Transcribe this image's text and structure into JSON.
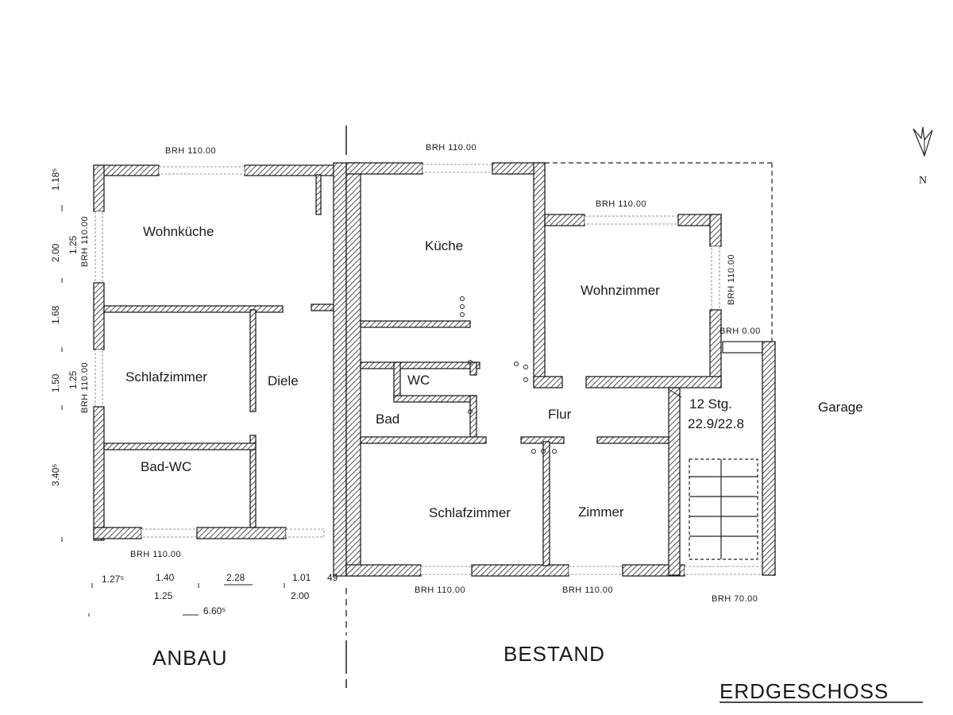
{
  "plan": {
    "title": "ERDGESCHOSS",
    "sections": {
      "left": "ANBAU",
      "right": "BESTAND"
    },
    "north": "N",
    "rooms": {
      "wohnkueche": "Wohnküche",
      "schlafzimmer_anbau": "Schlafzimmer",
      "diele": "Diele",
      "bad_wc": "Bad-WC",
      "kueche": "Küche",
      "wohnzimmer": "Wohnzimmer",
      "wc": "WC",
      "bad": "Bad",
      "flur": "Flur",
      "schlafzimmer_bestand": "Schlafzimmer",
      "zimmer": "Zimmer",
      "garage": "Garage"
    },
    "stair": {
      "steps": "12 Stg.",
      "ratio": "22.9/22.8"
    },
    "window_labels": {
      "anbau_top": "BRH 110.00",
      "bestand_top": "BRH 110.00",
      "wohnzimmer_top": "BRH 110.00",
      "wohnzimmer_side": "BRH 110.00",
      "brh_000": "BRH 0.00",
      "anbau_side_1": "BRH 110.00",
      "anbau_side_2": "BRH 110.00",
      "anbau_bottom": "BRH 110.00",
      "bestand_bottom_1": "BRH 110.00",
      "bestand_bottom_2": "BRH 110.00",
      "garage_bottom": "BRH 70.00"
    },
    "dimensions_vertical": {
      "d1": "1.18⁵",
      "d2": "2.00",
      "d3": "1.25",
      "d4": "1.68",
      "d5": "1.50",
      "d6": "1.25",
      "d7": "3.40⁵"
    },
    "dimensions_horizontal": {
      "d1": "1.27⁵",
      "d2": "1.40",
      "d3": "2.28",
      "d4": "1.01",
      "d5": "49",
      "d6": "1.25",
      "d7": "2.00",
      "d8": "6.60⁵"
    }
  }
}
